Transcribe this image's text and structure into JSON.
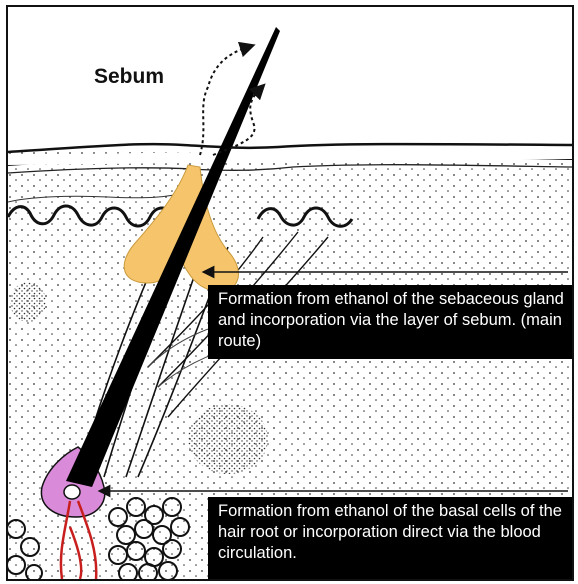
{
  "labels": {
    "sebum": "Sebum",
    "main_route": "Formation from ethanol of the sebaceous gland and incorporation via the layer of sebum. (main route)",
    "basal_route": "Formation from ethanol of the basal cells of the hair root or incorporation direct via the blood circulation."
  },
  "colors": {
    "sebaceous_gland": "#f5c46b",
    "hair_root": "#d98ad8",
    "blood_vessel": "#c81e1e",
    "hair": "#000000"
  }
}
